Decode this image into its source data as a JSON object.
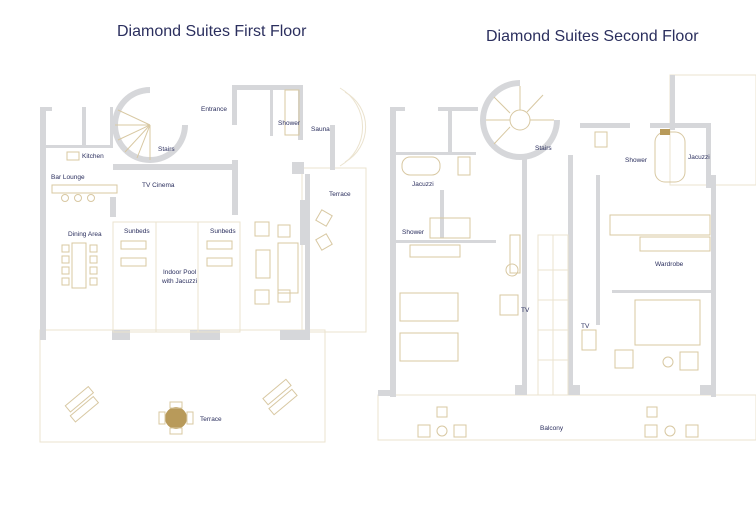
{
  "first_floor": {
    "title": "Diamond Suites First Floor",
    "rooms": {
      "entrance": "Entrance",
      "shower": "Shower",
      "sauna": "Sauna",
      "stairs": "Stairs",
      "kitchen": "Kitchen",
      "bar_lounge": "Bar Lounge",
      "tv_cinema": "TV Cinema",
      "dining_area": "Dining Area",
      "sunbeds_left": "Sunbeds",
      "sunbeds_right": "Sunbeds",
      "pool_line1": "Indoor Pool",
      "pool_line2": "with Jacuzzi",
      "terrace_side": "Terrace",
      "terrace_bottom": "Terrace"
    }
  },
  "second_floor": {
    "title": "Diamond Suites Second Floor",
    "rooms": {
      "stairs": "Stairs",
      "jacuzzi_left": "Jacuzzi",
      "shower_left": "Shower",
      "shower_right": "Shower",
      "jacuzzi_right": "Jacuzzi",
      "wardrobe": "Wardrobe",
      "tv_left": "TV",
      "tv_right": "TV",
      "balcony": "Balcony"
    }
  },
  "colors": {
    "wall": "#d6d7da",
    "furniture": "#d8c8a2",
    "text": "#2b2f5e",
    "accent": "#b89a5a"
  }
}
